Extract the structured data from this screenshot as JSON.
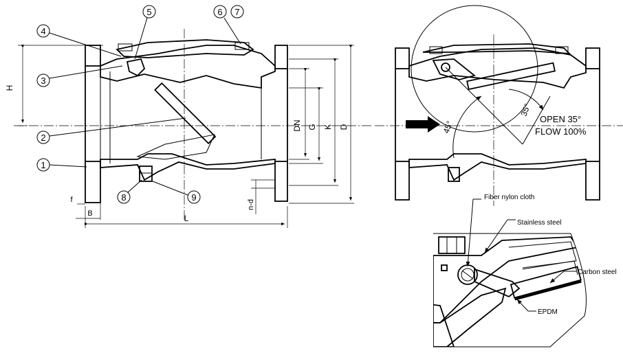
{
  "callouts": [
    "1",
    "2",
    "3",
    "4",
    "5",
    "6",
    "7",
    "8",
    "9"
  ],
  "dimensions": {
    "H": "H",
    "DN": "DN",
    "G": "G",
    "K": "K",
    "D": "D",
    "L": "L",
    "B": "B",
    "f": "f",
    "nd": "n-d"
  },
  "annotations": {
    "open": "OPEN 35°",
    "flow": "FLOW 100%",
    "angle45": "45°",
    "angle35": "35°"
  },
  "materials": {
    "fiber": "Fiber nylon cloth",
    "stainless": "Stainless steel",
    "carbon": "Carbon steel",
    "epdm": "EPDM"
  },
  "colors": {
    "line": "#000000",
    "background": "#ffffff"
  }
}
